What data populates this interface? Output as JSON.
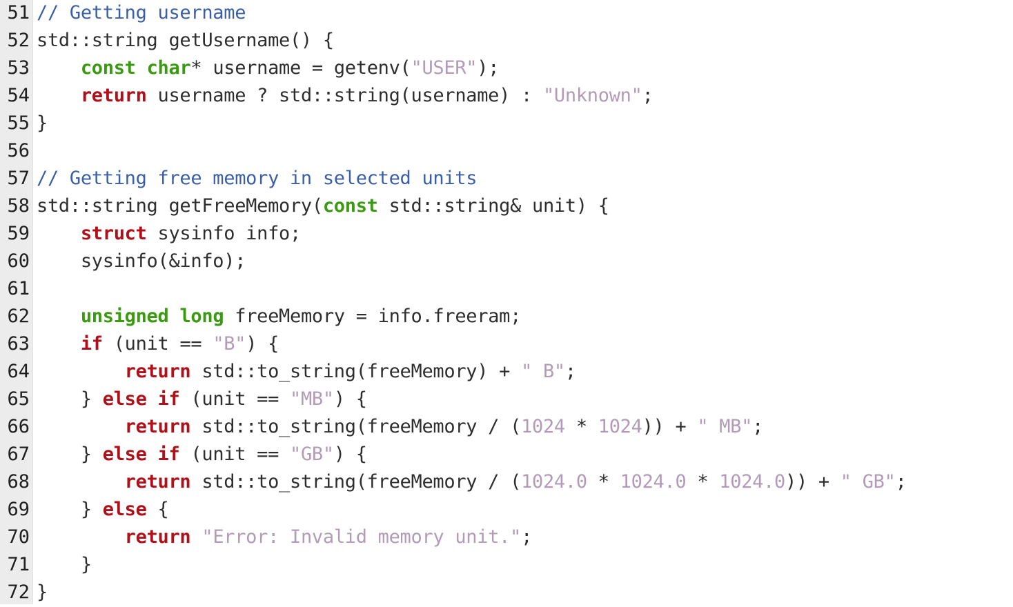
{
  "colors": {
    "comment": "#3a5fa8",
    "type_keyword": "#3a9a10",
    "control_keyword": "#b0101a",
    "string_literal": "#b39ab8",
    "gutter_bg": "#ececec"
  },
  "lines": [
    {
      "n": "51",
      "tokens": [
        {
          "t": "// Getting username",
          "k": "comment"
        }
      ]
    },
    {
      "n": "52",
      "tokens": [
        {
          "t": "std::string getUsername() {",
          "k": "plain"
        }
      ]
    },
    {
      "n": "53",
      "tokens": [
        {
          "t": "    ",
          "k": "plain"
        },
        {
          "t": "const",
          "k": "kw-green"
        },
        {
          "t": " ",
          "k": "plain"
        },
        {
          "t": "char",
          "k": "kw-green"
        },
        {
          "t": "* username = getenv(",
          "k": "plain"
        },
        {
          "t": "\"USER\"",
          "k": "str"
        },
        {
          "t": ");",
          "k": "plain"
        }
      ]
    },
    {
      "n": "54",
      "tokens": [
        {
          "t": "    ",
          "k": "plain"
        },
        {
          "t": "return",
          "k": "kw-red"
        },
        {
          "t": " username ? std::string(username) : ",
          "k": "plain"
        },
        {
          "t": "\"Unknown\"",
          "k": "str"
        },
        {
          "t": ";",
          "k": "plain"
        }
      ]
    },
    {
      "n": "55",
      "tokens": [
        {
          "t": "}",
          "k": "plain"
        }
      ]
    },
    {
      "n": "56",
      "tokens": []
    },
    {
      "n": "57",
      "tokens": [
        {
          "t": "// Getting free memory in selected units",
          "k": "comment"
        }
      ]
    },
    {
      "n": "58",
      "tokens": [
        {
          "t": "std::string getFreeMemory(",
          "k": "plain"
        },
        {
          "t": "const",
          "k": "kw-green"
        },
        {
          "t": " std::string& unit) {",
          "k": "plain"
        }
      ]
    },
    {
      "n": "59",
      "tokens": [
        {
          "t": "    ",
          "k": "plain"
        },
        {
          "t": "struct",
          "k": "kw-red"
        },
        {
          "t": " sysinfo info;",
          "k": "plain"
        }
      ]
    },
    {
      "n": "60",
      "tokens": [
        {
          "t": "    sysinfo(&info);",
          "k": "plain"
        }
      ]
    },
    {
      "n": "61",
      "tokens": []
    },
    {
      "n": "62",
      "tokens": [
        {
          "t": "    ",
          "k": "plain"
        },
        {
          "t": "unsigned",
          "k": "kw-green"
        },
        {
          "t": " ",
          "k": "plain"
        },
        {
          "t": "long",
          "k": "kw-green"
        },
        {
          "t": " freeMemory = info.freeram;",
          "k": "plain"
        }
      ]
    },
    {
      "n": "63",
      "tokens": [
        {
          "t": "    ",
          "k": "plain"
        },
        {
          "t": "if",
          "k": "kw-red"
        },
        {
          "t": " (unit == ",
          "k": "plain"
        },
        {
          "t": "\"B\"",
          "k": "str"
        },
        {
          "t": ") {",
          "k": "plain"
        }
      ]
    },
    {
      "n": "64",
      "tokens": [
        {
          "t": "        ",
          "k": "plain"
        },
        {
          "t": "return",
          "k": "kw-red"
        },
        {
          "t": " std::to_string(freeMemory) + ",
          "k": "plain"
        },
        {
          "t": "\" B\"",
          "k": "str"
        },
        {
          "t": ";",
          "k": "plain"
        }
      ]
    },
    {
      "n": "65",
      "tokens": [
        {
          "t": "    } ",
          "k": "plain"
        },
        {
          "t": "else",
          "k": "kw-red"
        },
        {
          "t": " ",
          "k": "plain"
        },
        {
          "t": "if",
          "k": "kw-red"
        },
        {
          "t": " (unit == ",
          "k": "plain"
        },
        {
          "t": "\"MB\"",
          "k": "str"
        },
        {
          "t": ") {",
          "k": "plain"
        }
      ]
    },
    {
      "n": "66",
      "tokens": [
        {
          "t": "        ",
          "k": "plain"
        },
        {
          "t": "return",
          "k": "kw-red"
        },
        {
          "t": " std::to_string(freeMemory / (",
          "k": "plain"
        },
        {
          "t": "1024",
          "k": "num"
        },
        {
          "t": " * ",
          "k": "plain"
        },
        {
          "t": "1024",
          "k": "num"
        },
        {
          "t": ")) + ",
          "k": "plain"
        },
        {
          "t": "\" MB\"",
          "k": "str"
        },
        {
          "t": ";",
          "k": "plain"
        }
      ]
    },
    {
      "n": "67",
      "tokens": [
        {
          "t": "    } ",
          "k": "plain"
        },
        {
          "t": "else",
          "k": "kw-red"
        },
        {
          "t": " ",
          "k": "plain"
        },
        {
          "t": "if",
          "k": "kw-red"
        },
        {
          "t": " (unit == ",
          "k": "plain"
        },
        {
          "t": "\"GB\"",
          "k": "str"
        },
        {
          "t": ") {",
          "k": "plain"
        }
      ]
    },
    {
      "n": "68",
      "tokens": [
        {
          "t": "        ",
          "k": "plain"
        },
        {
          "t": "return",
          "k": "kw-red"
        },
        {
          "t": " std::to_string(freeMemory / (",
          "k": "plain"
        },
        {
          "t": "1024.0",
          "k": "num"
        },
        {
          "t": " * ",
          "k": "plain"
        },
        {
          "t": "1024.0",
          "k": "num"
        },
        {
          "t": " * ",
          "k": "plain"
        },
        {
          "t": "1024.0",
          "k": "num"
        },
        {
          "t": ")) + ",
          "k": "plain"
        },
        {
          "t": "\" GB\"",
          "k": "str"
        },
        {
          "t": ";",
          "k": "plain"
        }
      ]
    },
    {
      "n": "69",
      "tokens": [
        {
          "t": "    } ",
          "k": "plain"
        },
        {
          "t": "else",
          "k": "kw-red"
        },
        {
          "t": " {",
          "k": "plain"
        }
      ]
    },
    {
      "n": "70",
      "tokens": [
        {
          "t": "        ",
          "k": "plain"
        },
        {
          "t": "return",
          "k": "kw-red"
        },
        {
          "t": " ",
          "k": "plain"
        },
        {
          "t": "\"Error: Invalid memory unit.\"",
          "k": "str"
        },
        {
          "t": ";",
          "k": "plain"
        }
      ]
    },
    {
      "n": "71",
      "tokens": [
        {
          "t": "    }",
          "k": "plain"
        }
      ]
    },
    {
      "n": "72",
      "tokens": [
        {
          "t": "}",
          "k": "plain"
        }
      ]
    }
  ]
}
